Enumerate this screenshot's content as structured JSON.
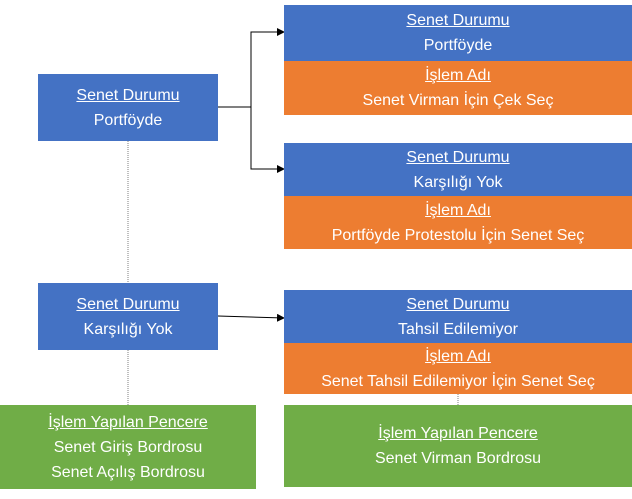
{
  "colors": {
    "status_box": "#4472C4",
    "operation_box": "#ED7D31",
    "window_box": "#70AD47",
    "connector": "#000000",
    "dotted_connector": "#7F7F7F"
  },
  "left_top": {
    "header": "Senet Durumu",
    "value": "Portföyde"
  },
  "left_middle": {
    "header": "Senet Durumu",
    "value": "Karşılığı Yok"
  },
  "left_bottom": {
    "header": "İşlem Yapılan Pencere",
    "lines": [
      "Senet Giriş Bordrosu",
      "Senet Açılış Bordrosu"
    ]
  },
  "right_1": {
    "status_header": "Senet Durumu",
    "status_value": "Portföyde",
    "op_header": "İşlem Adı",
    "op_value": "Senet Virman İçin Çek Seç"
  },
  "right_2": {
    "status_header": "Senet Durumu",
    "status_value": "Karşılığı Yok",
    "op_header": "İşlem Adı",
    "op_value": "Portföyde Protestolu İçin Senet Seç"
  },
  "right_3": {
    "status_header": "Senet Durumu",
    "status_value": "Tahsil Edilemiyor",
    "op_header": "İşlem Adı",
    "op_value": "Senet Tahsil Edilemiyor İçin Senet Seç"
  },
  "right_bottom": {
    "header": "İşlem Yapılan Pencere",
    "value": "Senet Virman Bordrosu"
  }
}
